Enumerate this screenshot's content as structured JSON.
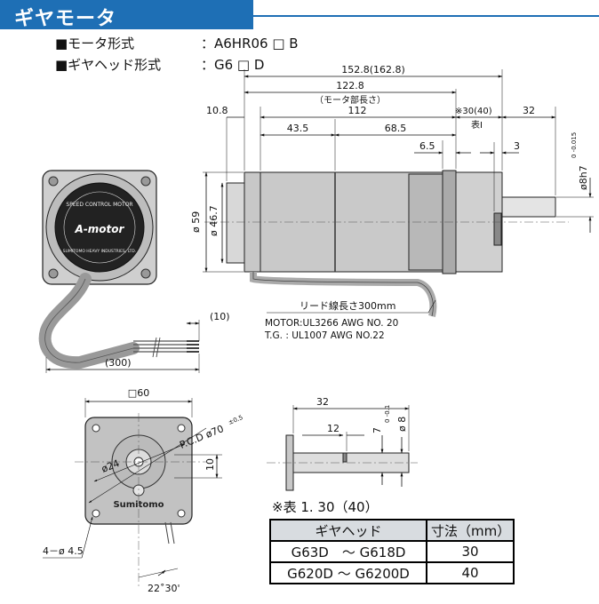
{
  "header": {
    "title": "ギヤモータ"
  },
  "specs": [
    {
      "label": "■モータ形式",
      "value": "：A6HR06 □ B"
    },
    {
      "label": "■ギヤヘッド形式",
      "value": "：G6 □ D"
    }
  ],
  "side": {
    "overall": "152.8(162.8)",
    "motor_len": "122.8",
    "motor_len_note": "（モータ部長さ）",
    "body_len": "112",
    "left_ext": "10.8",
    "seg1": "43.5",
    "seg2": "68.5",
    "gear_note": "※30(40)",
    "gear_note2": "表Ⅰ",
    "shaft": "32",
    "d65": "6.5",
    "d3": "3",
    "dia59": "ø 59",
    "dia467": "ø 46.7",
    "shaft_dia": "ø8h7",
    "shaft_tol": "0 -0.015",
    "lead": "リード線長さ300mm",
    "motor_wire": "MOTOR:UL3266 AWG NO. 20",
    "tg_wire": "T.G. : UL1007 AWG NO.22",
    "strip": "(10)",
    "cable": "(300)"
  },
  "front": {
    "sq": "□60",
    "pcd": "P.C.D ø70",
    "pcd_tol": "±0.5",
    "d24": "ø24",
    "d10": "10",
    "holes": "4－ø 4.5",
    "angle": "22˚30'",
    "brand": "Sumitomo",
    "label_top": "SPEED CONTROL MOTOR",
    "label_logo": "A-motor",
    "label_bottom": "SUMITOMO HEAVY INDUSTRIES, LTD."
  },
  "shaftview": {
    "len": "32",
    "key": "12",
    "keyh": "7",
    "keyh_tol": "0 -0.1",
    "dia": "ø 8"
  },
  "table": {
    "note": "※表 1. 30（40）",
    "headers": [
      "ギヤヘッド",
      "寸法（mm）"
    ],
    "rows": [
      [
        "G63D　～ G618D",
        "30"
      ],
      [
        "G620D ～ G6200D",
        "40"
      ]
    ]
  }
}
